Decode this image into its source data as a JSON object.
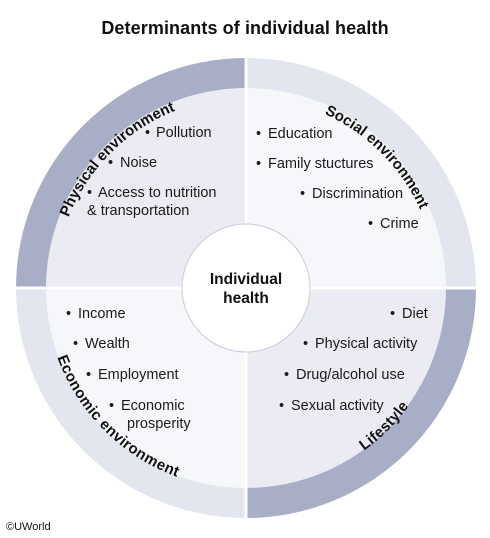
{
  "title": "Determinants of individual health",
  "center": {
    "line1": "Individual",
    "line2": "health"
  },
  "quadrants": {
    "physical": {
      "label": "Physical environment",
      "items": [
        "Pollution",
        "Noise",
        "Access to nutrition",
        "& transportation"
      ],
      "color": "#a9aec7"
    },
    "social": {
      "label": "Social environment",
      "items": [
        "Education",
        "Family stuctures",
        "Discrimination",
        "Crime"
      ],
      "color": "#e3e6ee"
    },
    "economic": {
      "label": "Economic environment",
      "items": [
        "Income",
        "Wealth",
        "Employment",
        "Economic",
        "prosperity"
      ],
      "color": "#e3e6ee"
    },
    "lifestyle": {
      "label": "Lifestyle",
      "items": [
        "Diet",
        "Physical activity",
        "Drug/alcohol use",
        "Sexual activity"
      ],
      "color": "#a9aec7"
    }
  },
  "colors": {
    "inner_dark": "#ebecf3",
    "inner_light": "#f6f7fa"
  },
  "copyright": "©UWorld"
}
